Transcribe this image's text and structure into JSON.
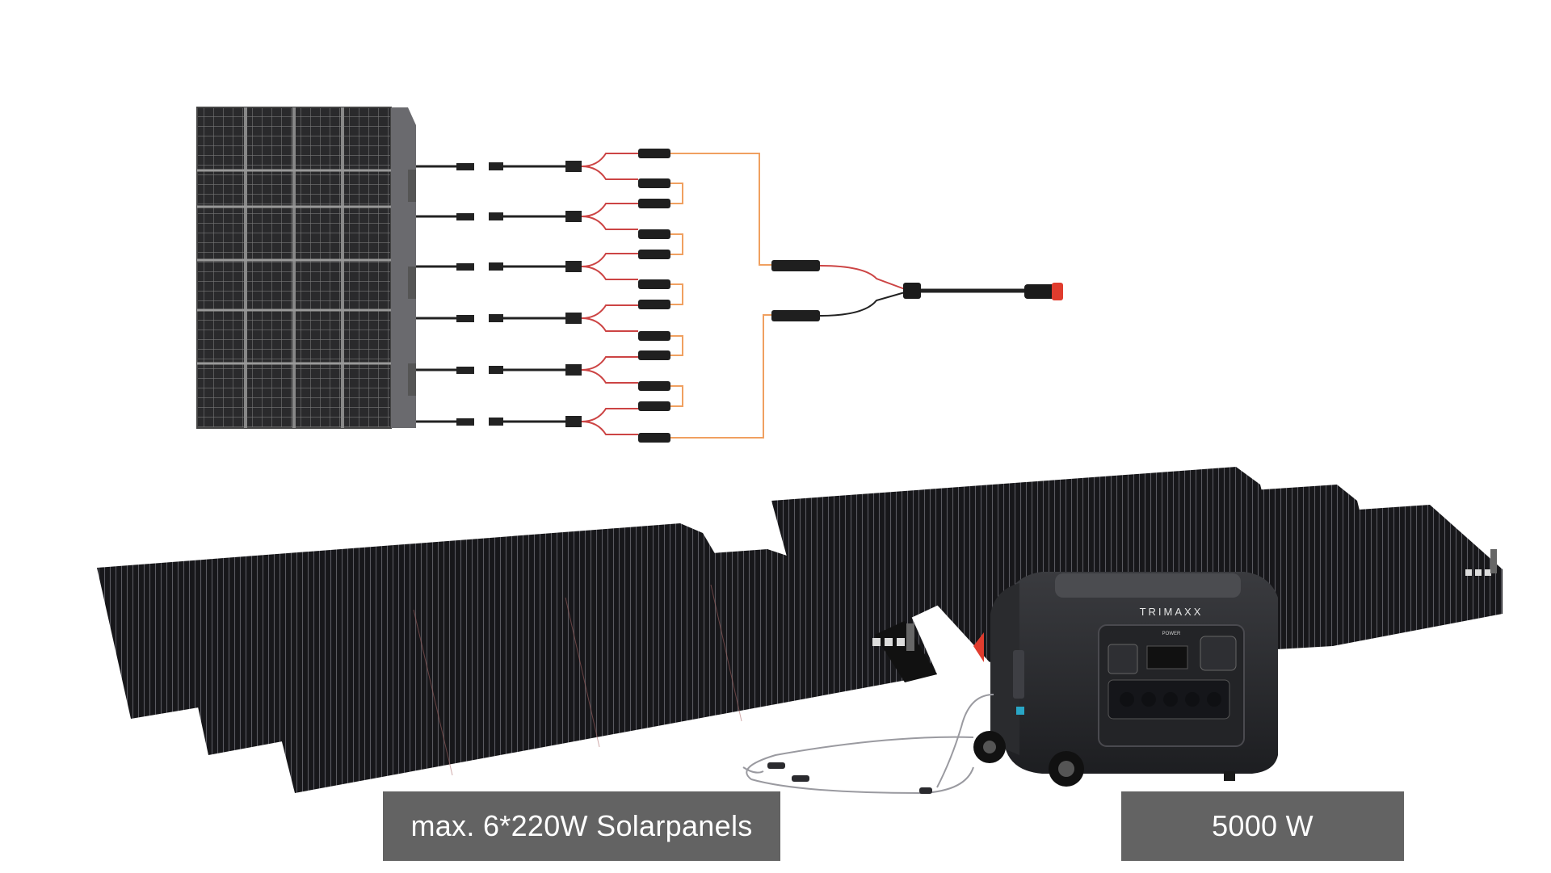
{
  "labels": {
    "panels": "max. 6*220W Solarpanels",
    "power": "5000 W"
  },
  "station": {
    "brand": "TRIMAXX",
    "power_label": "POWER"
  },
  "colors": {
    "background": "#ffffff",
    "label_bg": "#636363",
    "label_text": "#ffffff",
    "panel_dark": "#1c1c1e",
    "cable_orange": "#f0a060",
    "cable_red": "#e0403a",
    "connector_red": "#e03c2e"
  },
  "diagram": {
    "panel_count": 6,
    "string_connectors": 6
  }
}
